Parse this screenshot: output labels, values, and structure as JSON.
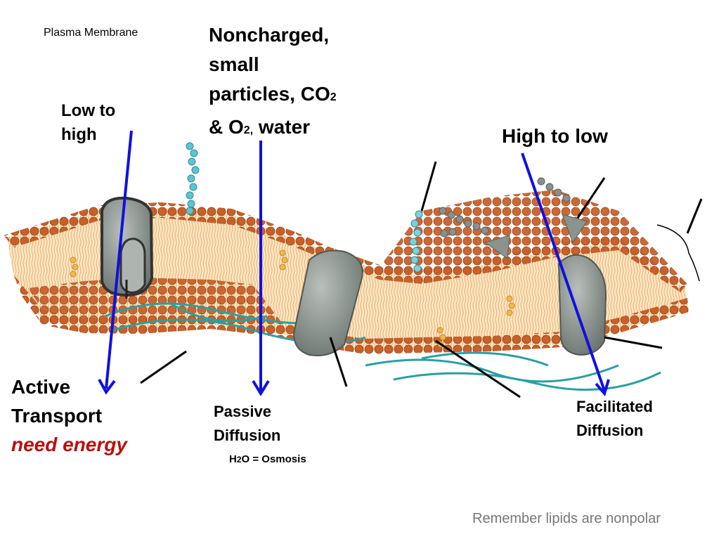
{
  "title": "Plasma Membrane",
  "noncharged": {
    "line1": "Noncharged,",
    "line2": "small",
    "line3_a": "particles, CO",
    "line3_sub": "2",
    "line4_a": "& O",
    "line4_sub": "2,",
    "line4_b": " water"
  },
  "low_to_high": {
    "line1": "Low to",
    "line2": "high"
  },
  "high_to_low": "High to low",
  "active_transport": {
    "line1": "Active",
    "line2": "Transport",
    "line3": "need energy"
  },
  "passive_diffusion": {
    "line1": "Passive",
    "line2": "Diffusion"
  },
  "osmosis": {
    "a": "H",
    "sub": "2",
    "b": "O = Osmosis"
  },
  "facilitated_diffusion": {
    "line1": "Facilitated",
    "line2": "Diffusion"
  },
  "footnote": "Remember lipids are nonpolar",
  "colors": {
    "arrow": "#1010e0",
    "lipid_head": "#c8602a",
    "lipid_tail": "#f7d9a8",
    "protein": "#8a938e",
    "chain": "#5fc4d0",
    "filament": "#2aa0a4",
    "emphasis": "#b81010",
    "footnote": "#777777"
  }
}
